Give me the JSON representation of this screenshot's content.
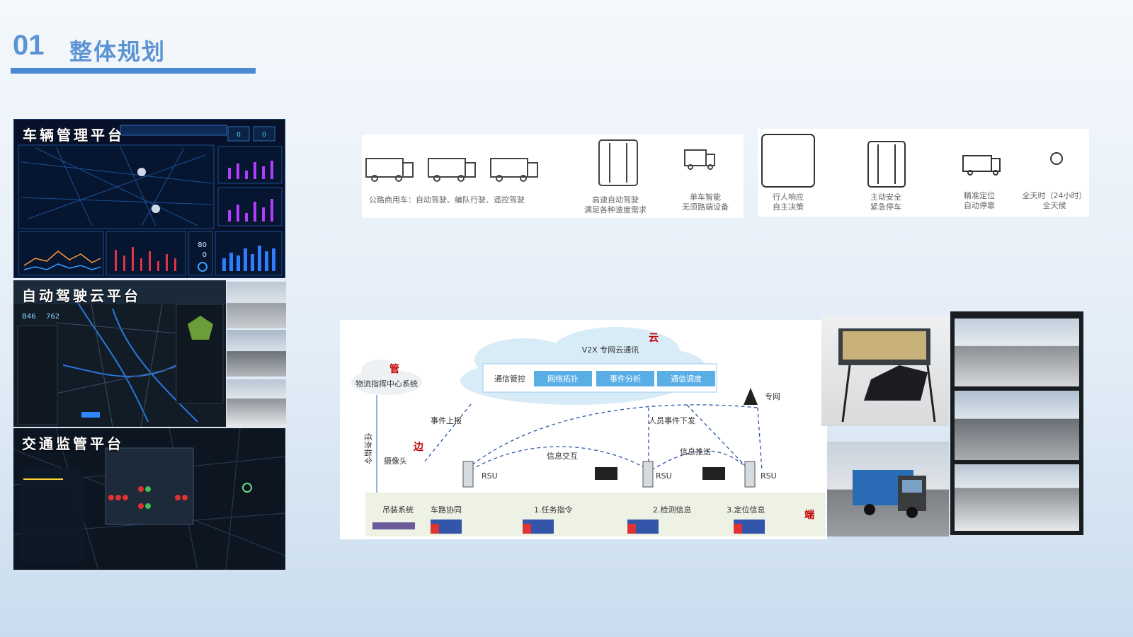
{
  "header": {
    "number": "01",
    "title": "整体规划"
  },
  "platforms": {
    "vehicle_mgmt": {
      "title": "车辆管理平台",
      "count_a": "0",
      "count_b": "0",
      "stat_a": "80",
      "stat_b": "0"
    },
    "autodrive_cloud": {
      "title": "自动驾驶云平台",
      "num_a": "B46",
      "num_b": "762"
    },
    "traffic_monitor": {
      "title": "交通监管平台"
    }
  },
  "scenarios_left": {
    "public_road": "公路商用车：自动驾驶、编队行驶、遥控驾驶",
    "highway_line1": "高速自动驾驶",
    "highway_line2": "满足各种速度需求",
    "single_line1": "单车智能",
    "single_line2": "无须路端设备"
  },
  "scenarios_right": {
    "pedestrian_line1": "行人响应",
    "pedestrian_line2": "自主决策",
    "safety_line1": "主动安全",
    "safety_line2": "紧急停车",
    "parking_line1": "精准定位",
    "parking_line2": "自动停靠",
    "allday_line1": "全天时（24小时）",
    "allday_line2": "全天候"
  },
  "architecture": {
    "cloud_tag": "云",
    "cloud_subtitle": "V2X 专网云通讯",
    "services": [
      "通信管控",
      "网络拓扑",
      "事件分析",
      "通信调度"
    ],
    "guan_tag": "管",
    "dispatch_system": "物流指挥中心系统",
    "private_net": "专网",
    "edge_tag": "边",
    "end_tag": "端",
    "event_report": "事件上报",
    "event_issue": "人员事件下发",
    "info_interact": "信息交互",
    "info_push": "信息推送",
    "task_cmd": "任务指令",
    "camera": "摄像头",
    "rsu_labels": [
      "RSU",
      "RSU",
      "RSU"
    ],
    "bottom": [
      "吊装系统",
      "车路协同",
      "1.任务指令",
      "2.检测信息",
      "3.定位信息"
    ]
  },
  "colors": {
    "accent": "#4a8ad0",
    "title": "#5b93d3",
    "red_tag": "#c00000",
    "cloud": "#d8ecf8",
    "service": "#5aaee6"
  }
}
